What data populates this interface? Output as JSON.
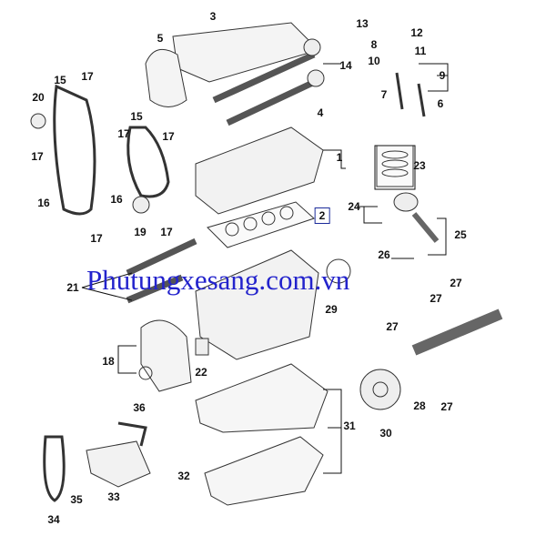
{
  "diagram": {
    "watermark": "Phutungxesang.com.vn",
    "callouts": [
      "3",
      "5",
      "14",
      "13",
      "12",
      "8",
      "11",
      "10",
      "9",
      "7",
      "6",
      "4",
      "1",
      "15",
      "17",
      "20",
      "15",
      "17",
      "17",
      "17",
      "16",
      "16",
      "19",
      "17",
      "17",
      "23",
      "24",
      "2",
      "25",
      "26",
      "29",
      "21",
      "27",
      "27",
      "27",
      "18",
      "22",
      "28",
      "27",
      "30",
      "31",
      "36",
      "32",
      "33",
      "35",
      "34"
    ],
    "colors": {
      "line": "#222222",
      "watermark": "#2323cc",
      "highlight": "#1a2a9a"
    }
  }
}
